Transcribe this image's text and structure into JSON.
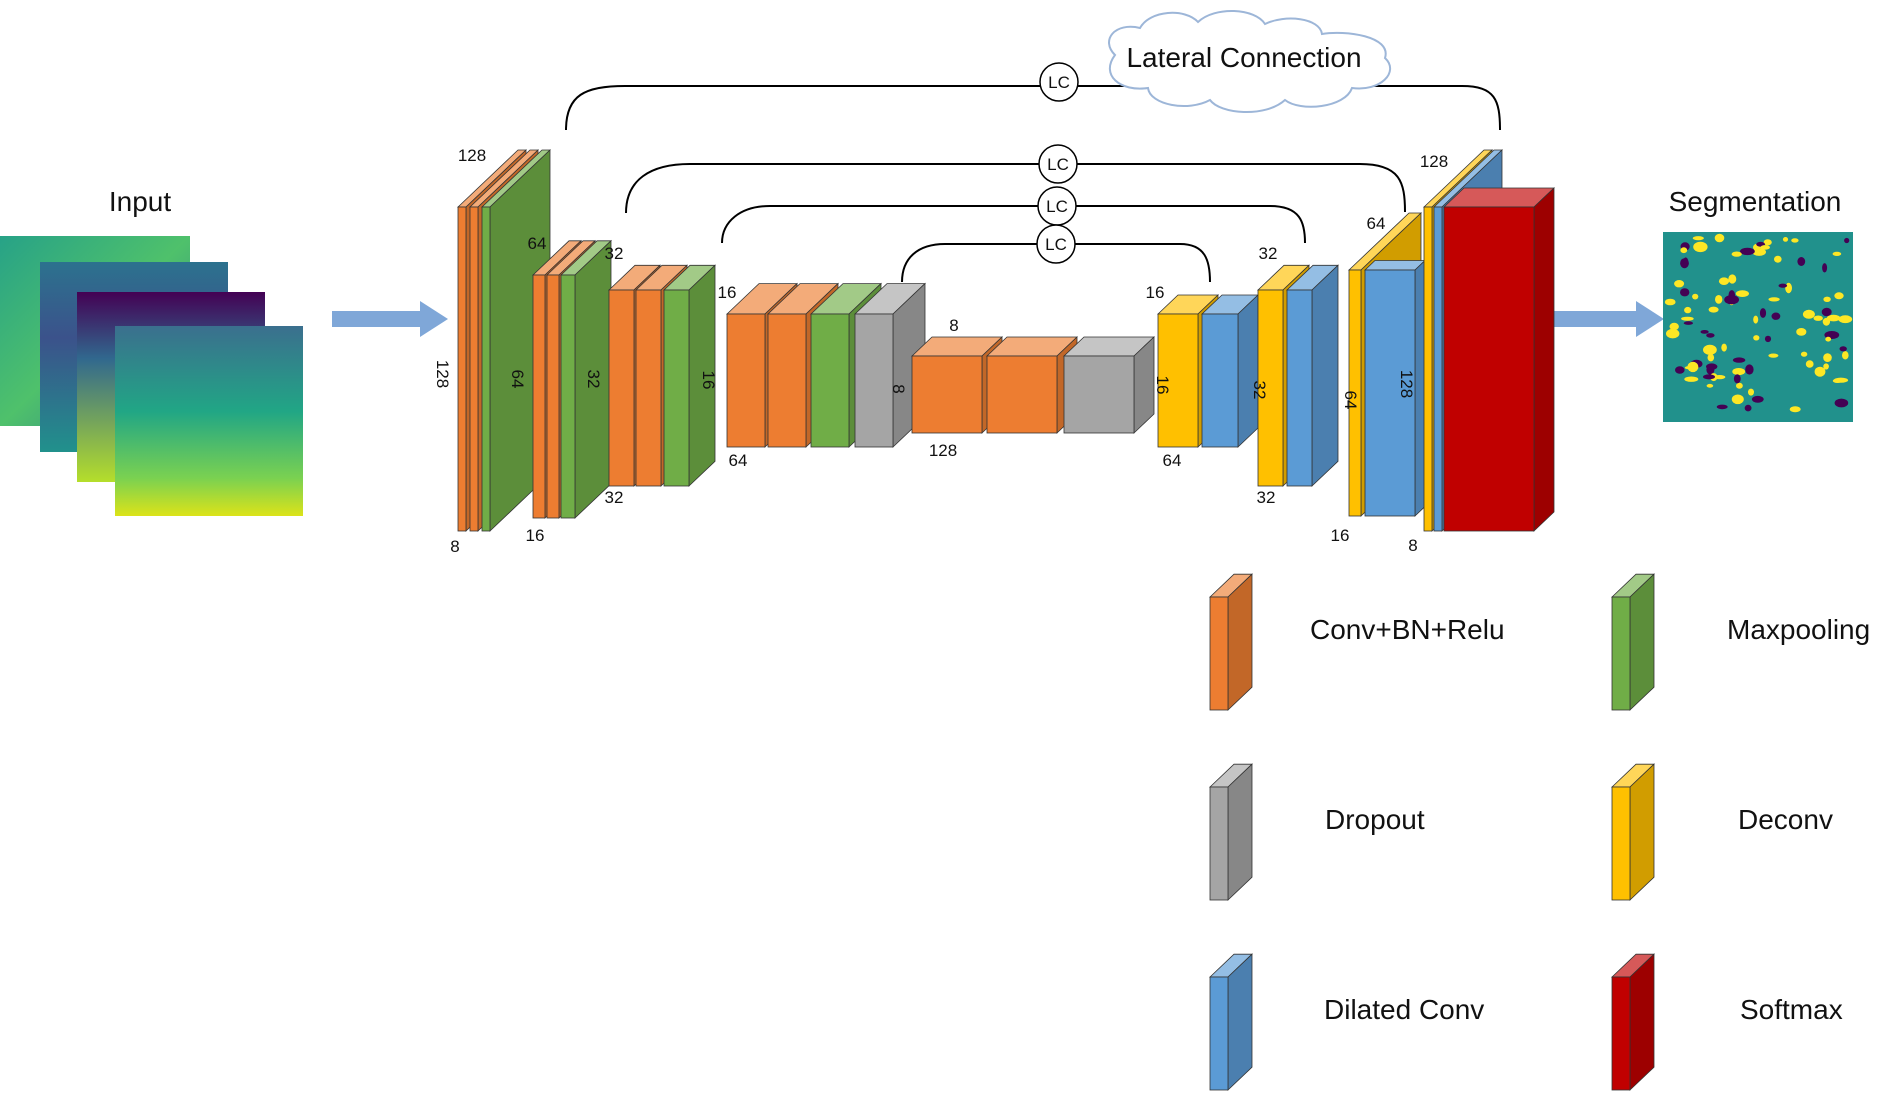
{
  "input_label": "Input",
  "output_label": "Segmentation",
  "cloud_label": "Lateral Connection",
  "lc_label": "LC",
  "dims": {
    "e1_top": "128",
    "e1_side": "128",
    "e1_bot": "8",
    "e2_top": "64",
    "e2_side": "64",
    "e2_bot": "16",
    "e3_top": "32",
    "e3_side": "32",
    "e3_bot": "32",
    "e4_top": "16",
    "e4_side": "16",
    "e4_bot": "64",
    "e5_side": "8",
    "b_top": "8",
    "b_bot": "128",
    "d4_top": "16",
    "d4_side": "16",
    "d4_bot": "64",
    "d3_top": "32",
    "d3_side": "32",
    "d3_bot": "32",
    "d2_top": "64",
    "d2_side": "64",
    "d2_bot": "16",
    "d1_top": "128",
    "d1_side": "128",
    "d1_bot": "8"
  },
  "legend": [
    {
      "label": "Conv+BN+Relu",
      "color": "#ED7D31"
    },
    {
      "label": "Maxpooling",
      "color": "#70AD47"
    },
    {
      "label": "Dropout",
      "color": "#A5A5A5"
    },
    {
      "label": "Deconv",
      "color": "#FFC000"
    },
    {
      "label": "Dilated Conv",
      "color": "#5B9BD5"
    },
    {
      "label": "Softmax",
      "color": "#C00000"
    }
  ],
  "colors": {
    "conv": "#ED7D31",
    "pool": "#70AD47",
    "drop": "#A5A5A5",
    "deconv": "#FFC000",
    "dilated": "#5B9BD5",
    "softmax": "#C00000",
    "arrow": "#7FA7D8"
  }
}
